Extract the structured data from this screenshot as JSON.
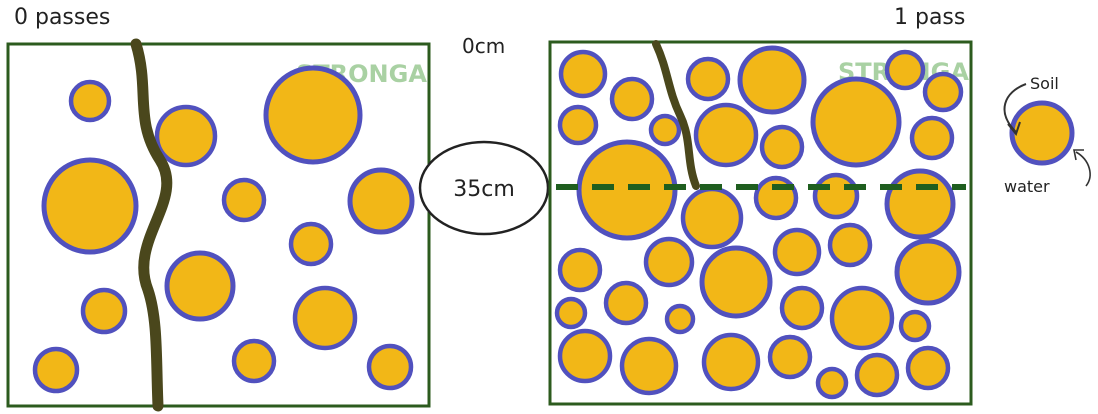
{
  "left_panel": {
    "heading": "0 passes",
    "watermark": "STRONGA"
  },
  "right_panel": {
    "heading": "1 pass",
    "watermark": "STRONGA"
  },
  "depth": {
    "top_label": "0cm",
    "mid_label": "35cm"
  },
  "legend": {
    "soil_label": "Soil",
    "water_label": "water"
  },
  "colors": {
    "soil_fill": "#F2B717",
    "water_ring": "#5151BE",
    "frame": "#2C5B1E",
    "root": "#4A471C",
    "dashed_line": "#1F5E1F",
    "watermark": "#A9D1A3"
  }
}
